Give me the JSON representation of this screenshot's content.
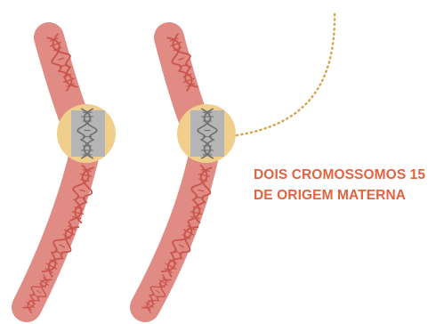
{
  "caption": {
    "line1": "DOIS CROMOSSOMOS 15",
    "line2": "DE ORIGEM MATERNA"
  },
  "colors": {
    "chromosome": "#e08b84",
    "dna_strand": "#c9554d",
    "highlight_ring": "#f0cf8d",
    "highlight_band": "#b5b5b5",
    "highlight_dna": "#707070",
    "pointer_dots": "#d7a24a",
    "caption_text": "#e2633f"
  },
  "chromosomes": [
    {
      "name": "chromosome-left"
    },
    {
      "name": "chromosome-right"
    }
  ]
}
